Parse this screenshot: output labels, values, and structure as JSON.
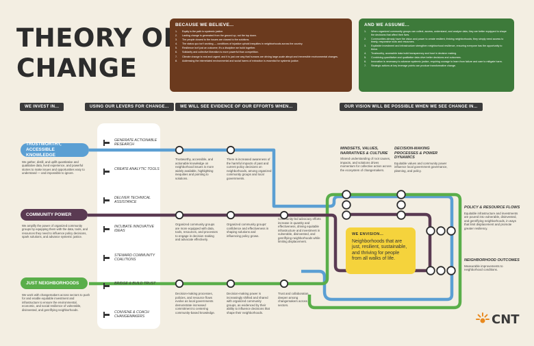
{
  "title_lines": [
    "THEORY OF",
    "CHANGE"
  ],
  "believe": {
    "heading": "BECAUSE WE BELIEVE...",
    "items": [
      "Equity is the path to systemic justice.",
      "Lasting change is generated from the ground up, not the top down.",
      "The people closest to the issues are closest to the solutions.",
      "The status quo isn't working — conditions of injustice uphold inequities in neighborhoods across the country.",
      "Resilience isn't just an outcome; it's a discipline we build together.",
      "Solidarity and collective liberation is more powerful than competition.",
      "Climate change is real and urgent; and it is just one way that humans are driving large-scale abrupt and irreversible environmental changes.",
      "Addressing the interrelated environmental and social harms of extraction is essential for systemic justice."
    ]
  },
  "assume": {
    "heading": "AND WE ASSUME...",
    "items": [
      "When organized community groups can collect, access, understand, and analyze data, they are better equipped to shape the decisions that affect their lives.",
      "Communities already have the vision and power to create resilient, thriving neighborhoods; they simply need access to timely, responsive tools and resources.",
      "Equitable investment and infrastructure strengthen neighborhood resilience, ensuring everyone has the opportunity to thrive.",
      "Trustworthy, accessible data build transparency and trust in decision making.",
      "Combining quantitative and qualitative data drive better decisions and outcomes.",
      "Innovation is necessary to advance systemic justice, requiring courage to learn from failure and care to mitigate harm.",
      "Strategic actions at key leverage points can produce transformative change."
    ]
  },
  "headers": {
    "invest": "WE INVEST IN...",
    "levers": "USING OUR LEVERS FOR CHANGE...",
    "evidence": "WE WILL SEE EVIDENCE OF OUR EFFORTS WHEN...",
    "vision": "OUR VISION WILL BE POSSIBLE WHEN WE SEE CHANGE IN..."
  },
  "invest": [
    {
      "label": "TRUSTWORTHY, ACCESSIBLE KNOWLEDGE",
      "color": "#5b9fd3",
      "desc": "We gather, distill, and uplift quantitative and qualitative data, lived experience, and powerful stories to make issues and opportunities easy to understand — and impossible to ignore."
    },
    {
      "label": "COMMUNITY POWER",
      "color": "#5a3a52",
      "desc": "We amplify the power of organized community groups by equipping them with the data, tools, and resources they need to influence policy decisions, spark solutions, and advance systemic justice."
    },
    {
      "label": "JUST NEIGHBORHOODS",
      "color": "#5aae4a",
      "desc": "We work with changemakers across sectors to push for and enable equitable investment and infrastructure to ensure the environmental, economic, and social resilience of vulnerable, disinvested, and genriflying neighborhoods."
    }
  ],
  "levers": [
    "GENERATE ACTIONABLE RESEARCH",
    "CREATE ANALYTIC TOOLS",
    "DELIVER TECHNICAL ASSISTANCE",
    "INCUBATE INNOVATIVE IDEAS",
    "STEWARD COMMUNITY COALITIONS",
    "BRIDGE & BUILD TRUST",
    "CONVENE & COACH CHANGEMAKERS"
  ],
  "evidence": {
    "blue_1": "Trustworthy, accessible, and actionable knowledge on neighborhood issues is more widely available, highlighting inequities and pointing to solutions.",
    "blue_2": "There is increased awareness of the harmful impacts of past and current policy decisions on neighborhoods, among organized community groups and local governments.",
    "purple_1": "Organized community groups are more equipped with data, tools, resources, and processes to engage in decision making and advocate effectively.",
    "purple_2": "Organized community groups' confidence and effectiveness in shaping solutions and influencing policy grows.",
    "purple_3": "Community-led advocacy efforts increase in quantity and effectiveness, driving equitable infrastructure and investment in vulnerable, disinvested, and genriflying neighborhoods while limiting displacement.",
    "green_1": "Decision-making processes, policies, and resource flows evolve as local governments demonstrate increased commitment to centering community-based knowledge.",
    "green_2": "Decision-making power is increasingly shifted and shared with organized community groups, as evidenced by their ability to influence decisions that shape their neighborhoods.",
    "green_3": "Trust and collaboration deepen among changemakers across sectors."
  },
  "vision": {
    "mindsets_title": "MINDSETS, VALUES, NARRATIVES & CULTURE",
    "mindsets_desc": "Shared understanding of root causes, impacts, and solutions drives momentum for collective action across the ecosystem of changemakers.",
    "decision_title": "DECISION-MAKING PROCESSES & POWER DYNAMICS",
    "decision_desc": "Equitable values and community power influence local government governance, planning, and policy.",
    "policy_title": "POLICY & RESOURCE FLOWS",
    "policy_desc": "Equitable infrastructure and investments are poured into vulnerable, disinvested, and genriflying neighborhoods, in ways that limit displacement and promote greater resiliency.",
    "outcomes_title": "NEIGHBORHOOD OUTCOMES",
    "outcomes_desc": "Measurable improvements to neighborhood conditions."
  },
  "envision": {
    "title": "WE ENVISION...",
    "text": "Neighborhoods that are just, resilient, sustainable, and thriving for people from all walks of life."
  },
  "logo": "CNT",
  "colors": {
    "blue": "#5b9fd3",
    "purple": "#5a3a52",
    "green": "#5aae4a",
    "brown": "#6b3a1e",
    "dark_green": "#3d7a3a",
    "yellow": "#f5d33c"
  }
}
